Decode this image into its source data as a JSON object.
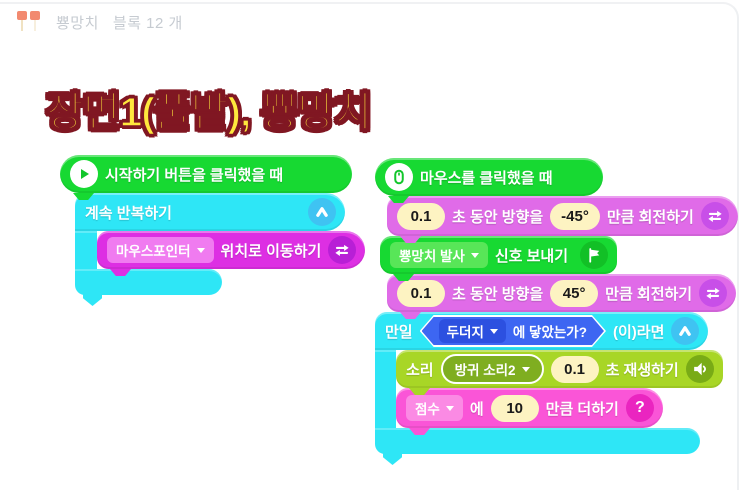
{
  "header": {
    "object_name": "뿅망치",
    "block_count": "블록 12 개"
  },
  "title": "장면1(풀밭), 뿅망치",
  "colors": {
    "event_green": "#17d932",
    "flow_cyan": "#2ee6f6",
    "motion_magenta": "#dd2fe3",
    "rotate_violet": "#e06be8",
    "judge_blue": "#3d66f2",
    "sound_lime": "#a8d626",
    "variable_pink": "#fa55d7",
    "input_cream": "#fdf3c2",
    "title_yellow": "#ffe83d",
    "title_outline": "#801722"
  },
  "icons": {
    "question_mark": "?"
  },
  "left_stack": {
    "start": {
      "label": "시작하기 버튼을 클릭했을 때"
    },
    "repeat": {
      "label": "계속 반복하기"
    },
    "move": {
      "option": "마우스포인터",
      "label": "위치로 이동하기"
    }
  },
  "right_stack": {
    "click": {
      "label": "마우스를 클릭했을 때"
    },
    "rotate1": {
      "duration": "0.1",
      "mid": "초 동안 방향을",
      "angle": "-45°",
      "suffix": "만큼 회전하기"
    },
    "signal": {
      "option": "뿅망치 발사",
      "label": "신호 보내기"
    },
    "rotate2": {
      "duration": "0.1",
      "mid": "초 동안 방향을",
      "angle": "45°",
      "suffix": "만큼 회전하기"
    },
    "cond": {
      "if": "만일",
      "option": "두더지",
      "question": "에 닿았는가?",
      "then": "(이)라면"
    },
    "sound": {
      "prefix": "소리",
      "option": "방귀 소리2",
      "duration": "0.1",
      "suffix": "초 재생하기"
    },
    "score": {
      "option": "점수",
      "mid": "에",
      "value": "10",
      "suffix": "만큼 더하기"
    }
  }
}
